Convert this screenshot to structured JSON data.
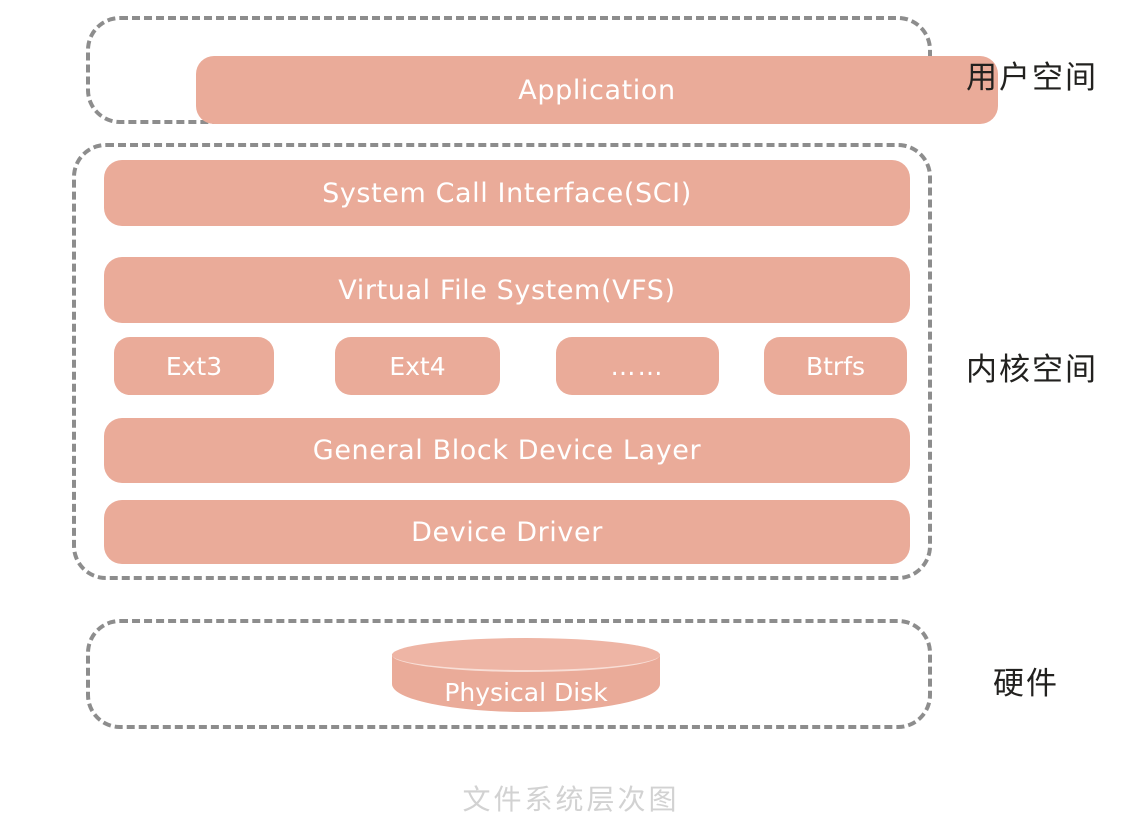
{
  "figure": {
    "caption": "文件系统层次图",
    "accent_color": "#EAAB99",
    "border_color": "#8D8D8D",
    "caption_color": "#D2D2D2"
  },
  "zones": [
    {
      "id": "user-space",
      "caption": "用户空间",
      "bars": [
        {
          "id": "application",
          "label": "Application"
        }
      ]
    },
    {
      "id": "kernel-space",
      "caption": "内核空间",
      "bars": [
        {
          "id": "sci",
          "label": "System Call Interface(SCI)"
        },
        {
          "id": "vfs",
          "label": "Virtual File System(VFS)"
        },
        {
          "id": "general-block-device-layer",
          "label": "General Block Device Layer"
        },
        {
          "id": "device-driver",
          "label": "Device Driver"
        }
      ],
      "filesystems": [
        {
          "id": "ext3",
          "label": "Ext3"
        },
        {
          "id": "ext4",
          "label": "Ext4"
        },
        {
          "id": "more",
          "label": "……"
        },
        {
          "id": "btrfs",
          "label": "Btrfs"
        }
      ]
    },
    {
      "id": "hardware",
      "caption": "硬件",
      "disk": {
        "id": "physical-disk",
        "label": "Physical Disk"
      }
    }
  ]
}
